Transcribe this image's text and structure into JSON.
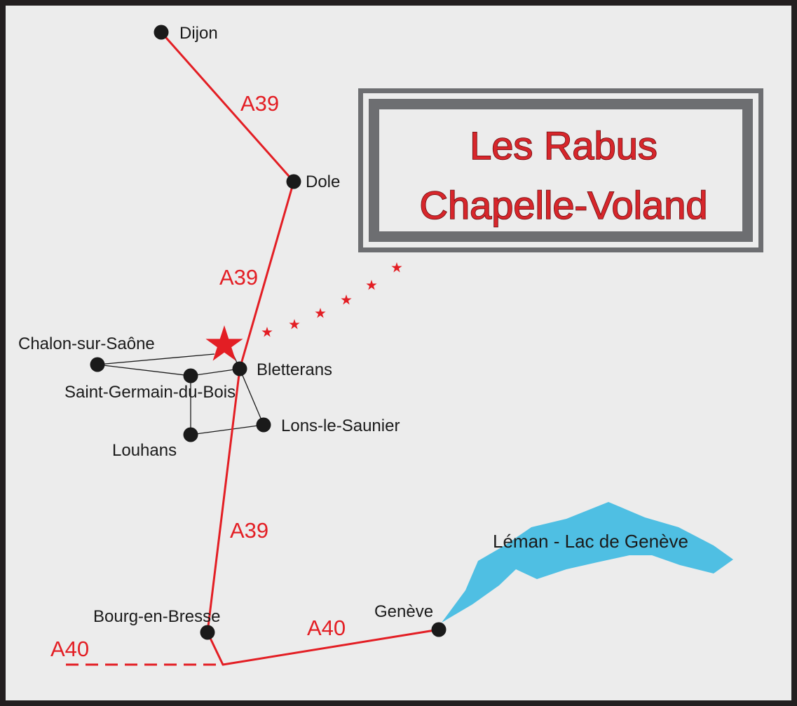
{
  "title": {
    "line1": "Les Rabus",
    "line2": "Chapelle-Voland"
  },
  "colors": {
    "background": "#ececec",
    "frame": "#231f20",
    "road": "#e31e24",
    "local_road": "#1a1a1a",
    "city_dot": "#1a1a1a",
    "lake": "#4fbfe3",
    "title_text": "#d7262b",
    "title_box": "#6d6e71"
  },
  "icons": {
    "location": "star-marker-icon",
    "trail": "star-trail-icon",
    "city": "city-dot-icon"
  },
  "cities": [
    {
      "id": "dijon",
      "name": "Dijon"
    },
    {
      "id": "dole",
      "name": "Dole"
    },
    {
      "id": "chalon",
      "name": "Chalon-sur-Saône"
    },
    {
      "id": "bletterans",
      "name": "Bletterans"
    },
    {
      "id": "saint-germain",
      "name": "Saint-Germain-du-Bois"
    },
    {
      "id": "lons",
      "name": "Lons-le-Saunier"
    },
    {
      "id": "louhans",
      "name": "Louhans"
    },
    {
      "id": "bourg",
      "name": "Bourg-en-Bresse"
    },
    {
      "id": "geneve",
      "name": "Genève"
    }
  ],
  "roads": [
    {
      "id": "a39-dijon-dole",
      "label": "A39"
    },
    {
      "id": "a39-dole-bletterans",
      "label": "A39"
    },
    {
      "id": "a39-bletterans-bourg",
      "label": "A39"
    },
    {
      "id": "a40-bourg-geneve",
      "label": "A40"
    },
    {
      "id": "a40-west",
      "label": "A40"
    }
  ],
  "lake": {
    "name": "Léman - Lac de Genève"
  }
}
